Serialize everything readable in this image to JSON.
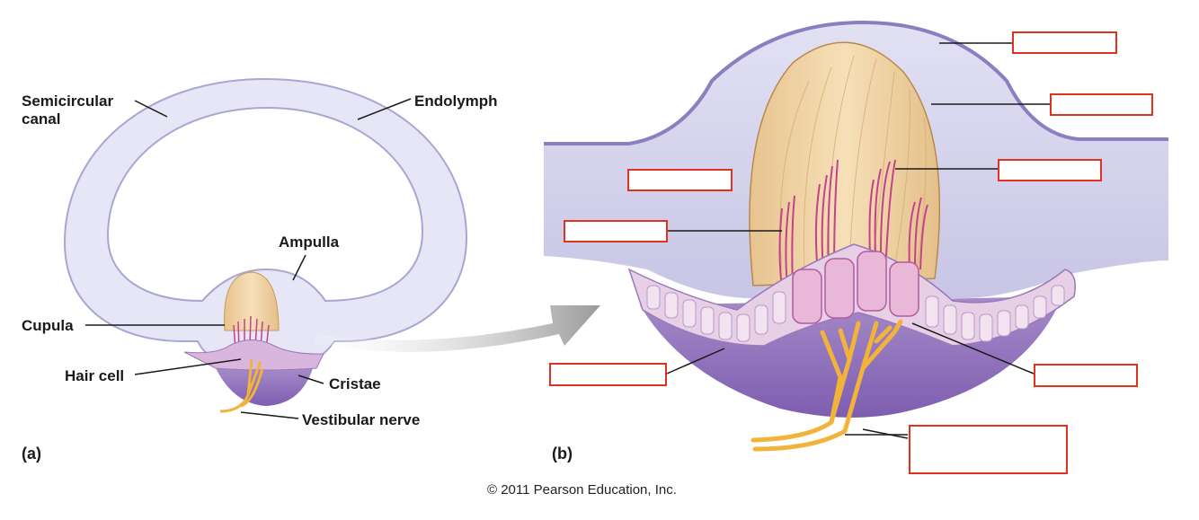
{
  "panel_a": {
    "tag": "(a)",
    "labels": {
      "semicircular_canal": "Semicircular\ncanal",
      "endolymph": "Endolymph",
      "ampulla": "Ampulla",
      "cupula": "Cupula",
      "hair_cell": "Hair cell",
      "cristae": "Cristae",
      "vestibular_nerve": "Vestibular nerve"
    }
  },
  "panel_b": {
    "tag": "(b)",
    "blank_label_count": 8
  },
  "copyright": "© 2011 Pearson Education, Inc.",
  "colors": {
    "canal_fill": "#e6e6f6",
    "canal_edge": "#a9a6d2",
    "cupula": "#f1d4a6",
    "hair_bundle": "#c4418f",
    "epithelium": "#d9b6de",
    "nerve": "#f2b33a",
    "blank_box_border": "#e0321e",
    "arrow": "#9b9b9b"
  }
}
